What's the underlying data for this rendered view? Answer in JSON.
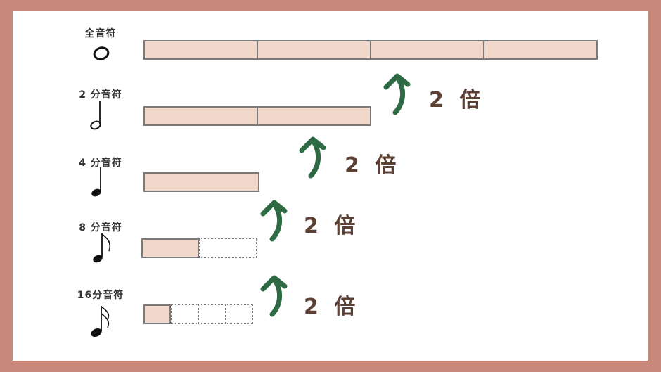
{
  "colors": {
    "frame": "#c8887a",
    "bar_fill": "#f2d8ca",
    "bar_border": "#7a7a7a",
    "arrow": "#2e6b45",
    "ratio_text": "#5d4034"
  },
  "rows": [
    {
      "label": "全音符",
      "note_icon": "whole-note-icon",
      "filled": 4,
      "empty": 0,
      "segment_unit": "quarter"
    },
    {
      "label": "2 分音符",
      "note_icon": "half-note-icon",
      "filled": 2,
      "empty": 0,
      "segment_unit": "quarter"
    },
    {
      "label": "4 分音符",
      "note_icon": "quarter-note-icon",
      "filled": 1,
      "empty": 0,
      "segment_unit": "quarter"
    },
    {
      "label": "8 分音符",
      "note_icon": "eighth-note-icon",
      "filled": 1,
      "empty": 1,
      "segment_unit": "eighth"
    },
    {
      "label": "16分音符",
      "note_icon": "sixteenth-note-icon",
      "filled": 1,
      "empty": 3,
      "segment_unit": "sixteenth"
    }
  ],
  "ratios": [
    {
      "text": "2 倍",
      "arrow_icon": "curved-up-arrow-icon"
    },
    {
      "text": "2 倍",
      "arrow_icon": "curved-up-arrow-icon"
    },
    {
      "text": "2 倍",
      "arrow_icon": "curved-up-arrow-icon"
    },
    {
      "text": "2 倍",
      "arrow_icon": "curved-up-arrow-icon"
    }
  ]
}
